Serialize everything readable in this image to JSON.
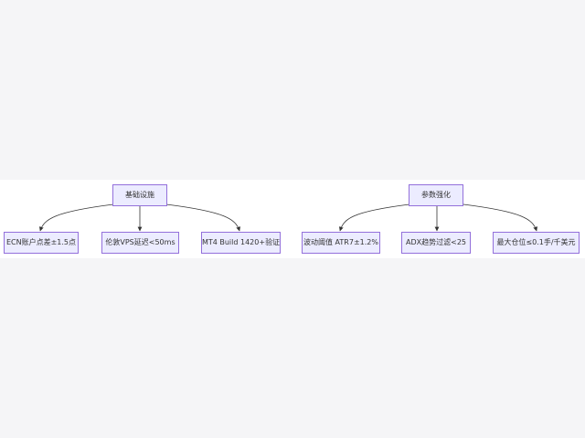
{
  "diagram": {
    "groups": [
      {
        "root": "基础设施",
        "children": [
          "ECN账户点差±1.5点",
          "伦敦VPS延迟<50ms",
          "MT4 Build 1420+验证"
        ]
      },
      {
        "root": "参数强化",
        "children": [
          "波动阈值 ATR7±1.2%",
          "ADX趋势过滤<25",
          "最大仓位≤0.1手/千美元"
        ]
      }
    ]
  },
  "colors": {
    "page_background": "#f5f5f7",
    "diagram_background": "#ffffff",
    "node_fill": "#ececff",
    "node_border": "#9370db",
    "edge": "#333333",
    "text": "#333333"
  }
}
